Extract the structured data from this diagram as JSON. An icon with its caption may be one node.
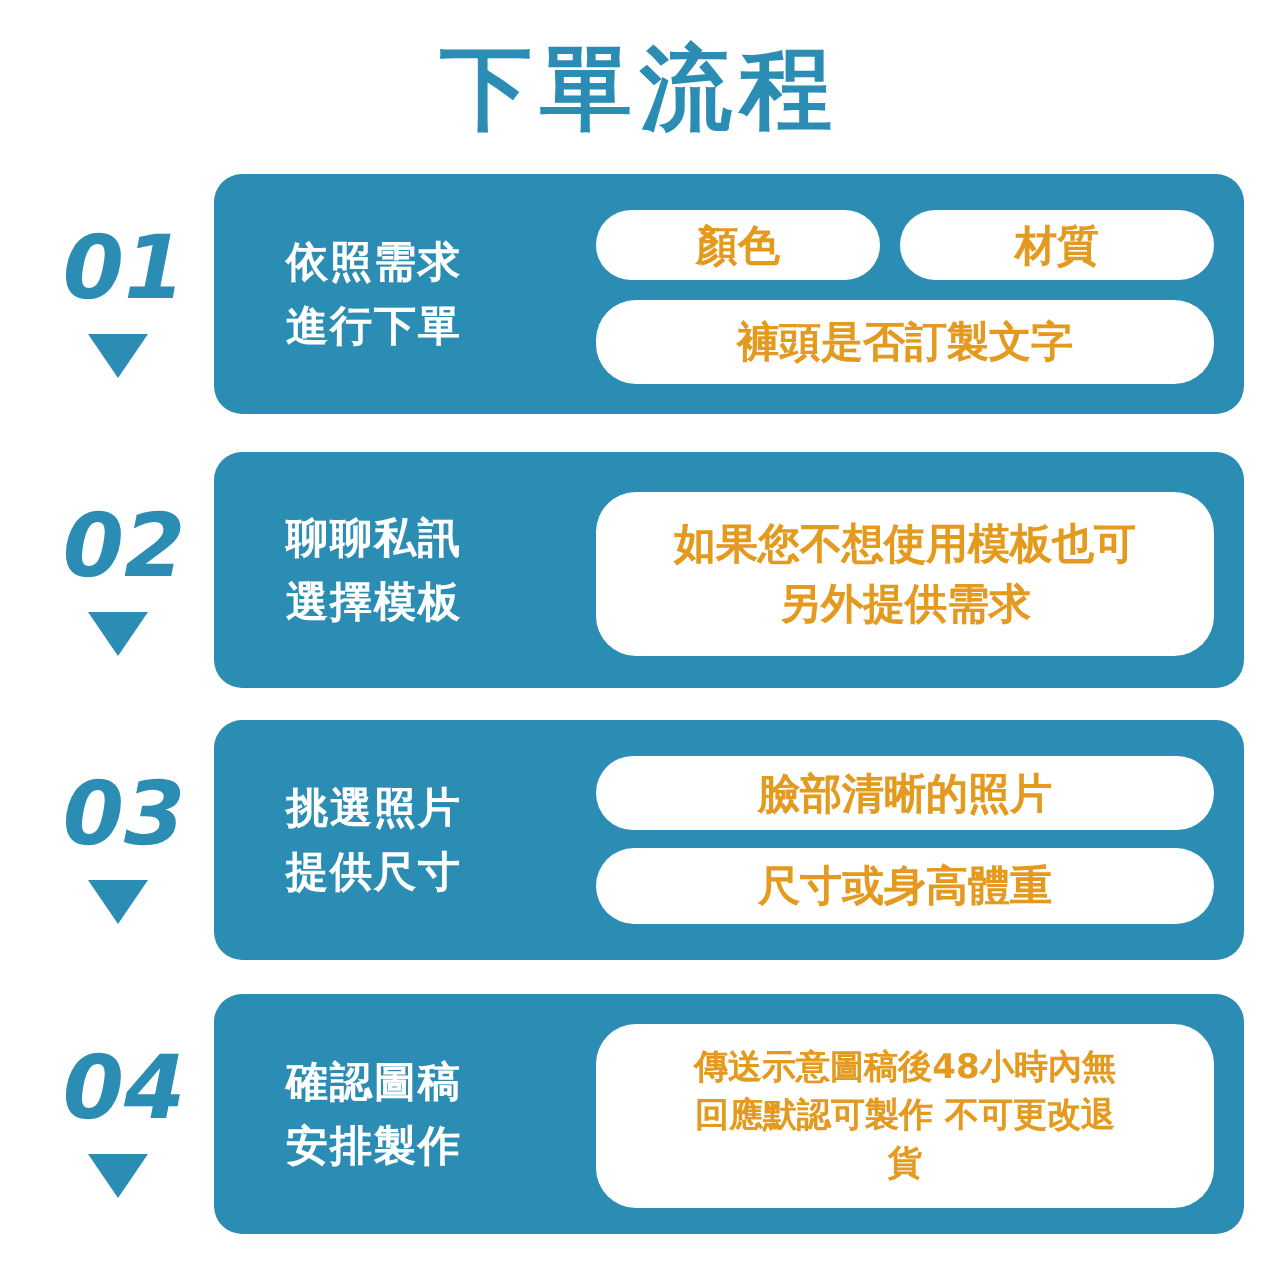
{
  "diagram": {
    "title": "下單流程",
    "nodes": [
      {
        "text": [
          "依照需求進行下單"
        ],
        "beside": [
          "01"
        ]
      },
      {
        "text": [
          "顏色"
        ],
        "in": 0
      },
      {
        "text": [
          "材質"
        ],
        "in": 0
      },
      {
        "text": [
          "褲頭是否訂製文字"
        ],
        "in": 0
      },
      {
        "text": [
          "聊聊私訊選擇模板"
        ],
        "beside": [
          "02"
        ]
      },
      {
        "text": [
          "如果您不想使用模板也可另外提供需求"
        ],
        "in": 4
      },
      {
        "text": [
          "挑選照片提供尺寸"
        ],
        "beside": [
          "03"
        ]
      },
      {
        "text": [
          "臉部清晰的照片"
        ],
        "in": 6
      },
      {
        "text": [
          "尺寸或身高體重"
        ],
        "in": 6
      },
      {
        "text": [
          "確認圖稿安排製作"
        ],
        "beside": [
          "04"
        ]
      },
      {
        "text": [
          "傳送示意圖稿後48小時內無回應默認可製作 不可更改退貨"
        ],
        "in": 9
      }
    ],
    "edges": []
  }
}
